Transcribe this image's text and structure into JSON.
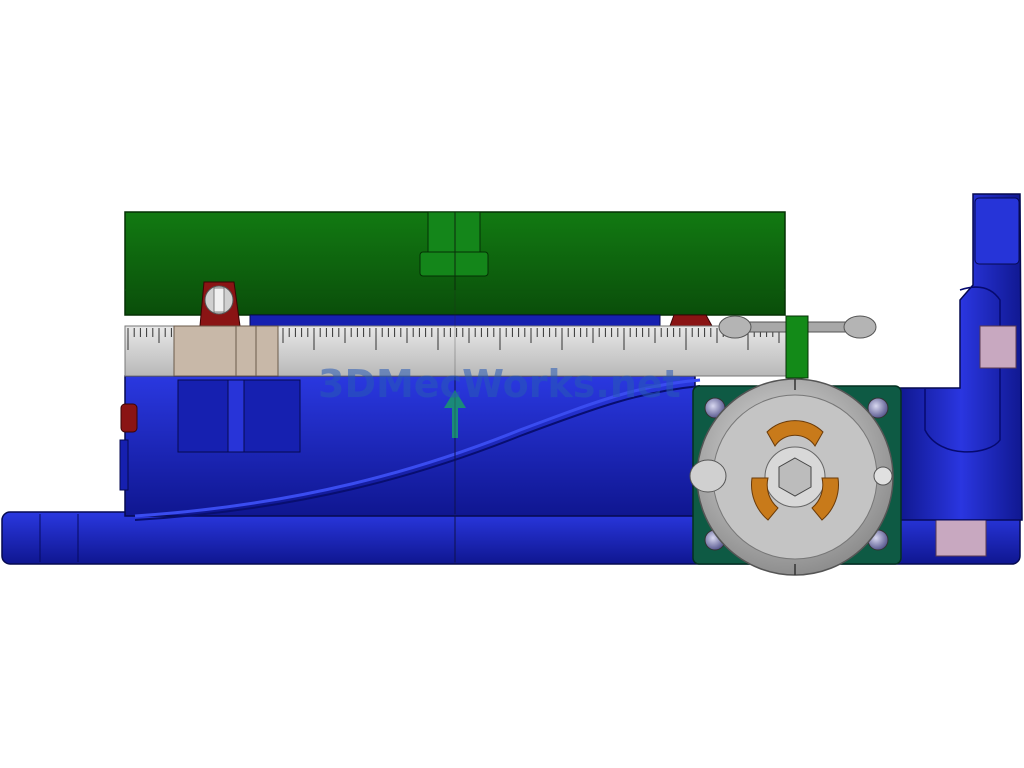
{
  "scene": {
    "description_kind": "cad-render",
    "view": "front",
    "colors": {
      "background": "#ffffff",
      "base_blue": "#1a24c8",
      "base_blue_dark": "#0a108a",
      "top_green": "#0f6a0f",
      "top_green_dark": "#0a4a0a",
      "scale_gray": "#cfcfcf",
      "knob_red": "#8a1414",
      "arrow_teal": "#1a8a7a",
      "handwheel_gray": "#b9b9b9",
      "slot_orange": "#c87a1a",
      "pad_pink": "#c8a8c0"
    }
  },
  "watermark": {
    "text": "3DMecWorks.net"
  }
}
